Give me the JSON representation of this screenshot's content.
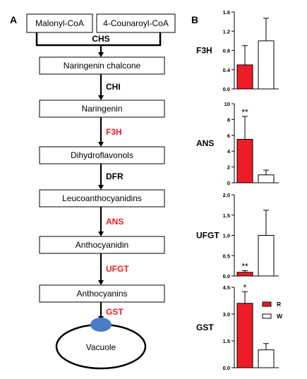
{
  "colors": {
    "red": "#ee1c25",
    "white": "#ffffff",
    "vacuole_dot": "#4a7dc8",
    "enzyme_black": "#000000"
  },
  "panel_a": {
    "label": "A",
    "substrates": [
      "Malonyl-CoA",
      "4-Counaroyl-CoA"
    ],
    "first_enzyme": "CHS",
    "steps": [
      {
        "product": "Naringenin chalcone"
      },
      {
        "enzyme": "CHI",
        "enzyme_color": "black",
        "product": "Naringenin"
      },
      {
        "enzyme": "F3H",
        "enzyme_color": "red",
        "product": "Dihydroflavonols"
      },
      {
        "enzyme": "DFR",
        "enzyme_color": "black",
        "product": "Leucoanthocyanidins"
      },
      {
        "enzyme": "ANS",
        "enzyme_color": "red",
        "product": "Anthocyanidin"
      },
      {
        "enzyme": "UFGT",
        "enzyme_color": "red",
        "product": "Anthocyanins"
      }
    ],
    "transport_enzyme": "GST",
    "compartment": "Vacuole"
  },
  "panel_b": {
    "label": "B"
  },
  "chart_data": [
    {
      "type": "bar",
      "gene": "F3H",
      "categories": [
        "R",
        "W"
      ],
      "values": [
        0.5,
        1.0
      ],
      "errors": [
        0.4,
        0.47
      ],
      "ylim": [
        0,
        1.6
      ],
      "yticks": [
        "0.0",
        "0.4",
        "0.8",
        "1.2",
        "1.6"
      ],
      "significance": [
        "",
        ""
      ]
    },
    {
      "type": "bar",
      "gene": "ANS",
      "categories": [
        "R",
        "W"
      ],
      "values": [
        5.5,
        1.0
      ],
      "errors": [
        2.9,
        0.6
      ],
      "ylim": [
        0,
        10
      ],
      "yticks": [
        "0",
        "2",
        "4",
        "6",
        "8",
        "10"
      ],
      "significance": [
        "**",
        ""
      ]
    },
    {
      "type": "bar",
      "gene": "UFGT",
      "categories": [
        "R",
        "W"
      ],
      "values": [
        0.09,
        1.0
      ],
      "errors": [
        0.04,
        0.62
      ],
      "ylim": [
        0,
        2.0
      ],
      "yticks": [
        "0.0",
        "0.5",
        "1.0",
        "1.5",
        "2.0"
      ],
      "significance": [
        "**",
        ""
      ]
    },
    {
      "type": "bar",
      "gene": "GST",
      "categories": [
        "R",
        "W"
      ],
      "values": [
        3.6,
        1.0
      ],
      "errors": [
        0.65,
        0.35
      ],
      "ylim": [
        0,
        4.5
      ],
      "yticks": [
        "0.0",
        "1.5",
        "3.0",
        "4.5"
      ],
      "significance": [
        "*",
        ""
      ],
      "legend": [
        "R",
        "W"
      ]
    }
  ]
}
